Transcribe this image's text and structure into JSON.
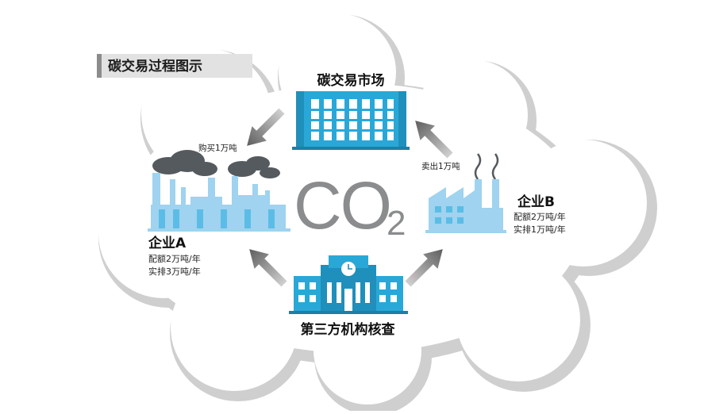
{
  "title_tag": "碳交易过程图示",
  "center": {
    "formula": "CO",
    "subscript": "2"
  },
  "nodes": {
    "market": {
      "label": "碳交易市场",
      "icon": "building-icon"
    },
    "verifier": {
      "label": "第三方机构核查",
      "icon": "institution-icon"
    }
  },
  "company_a": {
    "name": "企业A",
    "quota": "配额2万吨/年",
    "actual": "实排3万吨/年",
    "icon": "factory-icon"
  },
  "company_b": {
    "name": "企业B",
    "quota": "配额2万吨/年",
    "actual": "实排1万吨/年",
    "icon": "factory-icon"
  },
  "flows": {
    "buy": "购买1万吨",
    "sell": "卖出1万吨"
  },
  "colors": {
    "accent_blue": "#29a8d8",
    "light_blue": "#9fd3ef",
    "arrow_gray": "#6b6b6b",
    "co2_gray": "#8a8c8e"
  }
}
